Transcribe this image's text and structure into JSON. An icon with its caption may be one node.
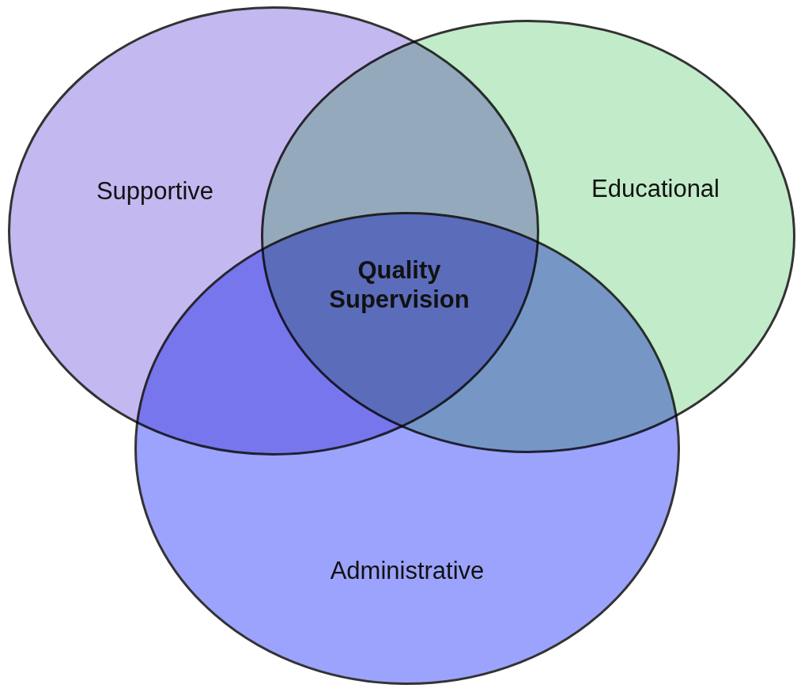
{
  "diagram": {
    "nodes": [
      {
        "text": [
          "Supportive"
        ]
      },
      {
        "text": [
          "Educational"
        ]
      },
      {
        "text": [
          "Administrative"
        ]
      }
    ],
    "labels": [
      "Quality Supervision"
    ]
  }
}
